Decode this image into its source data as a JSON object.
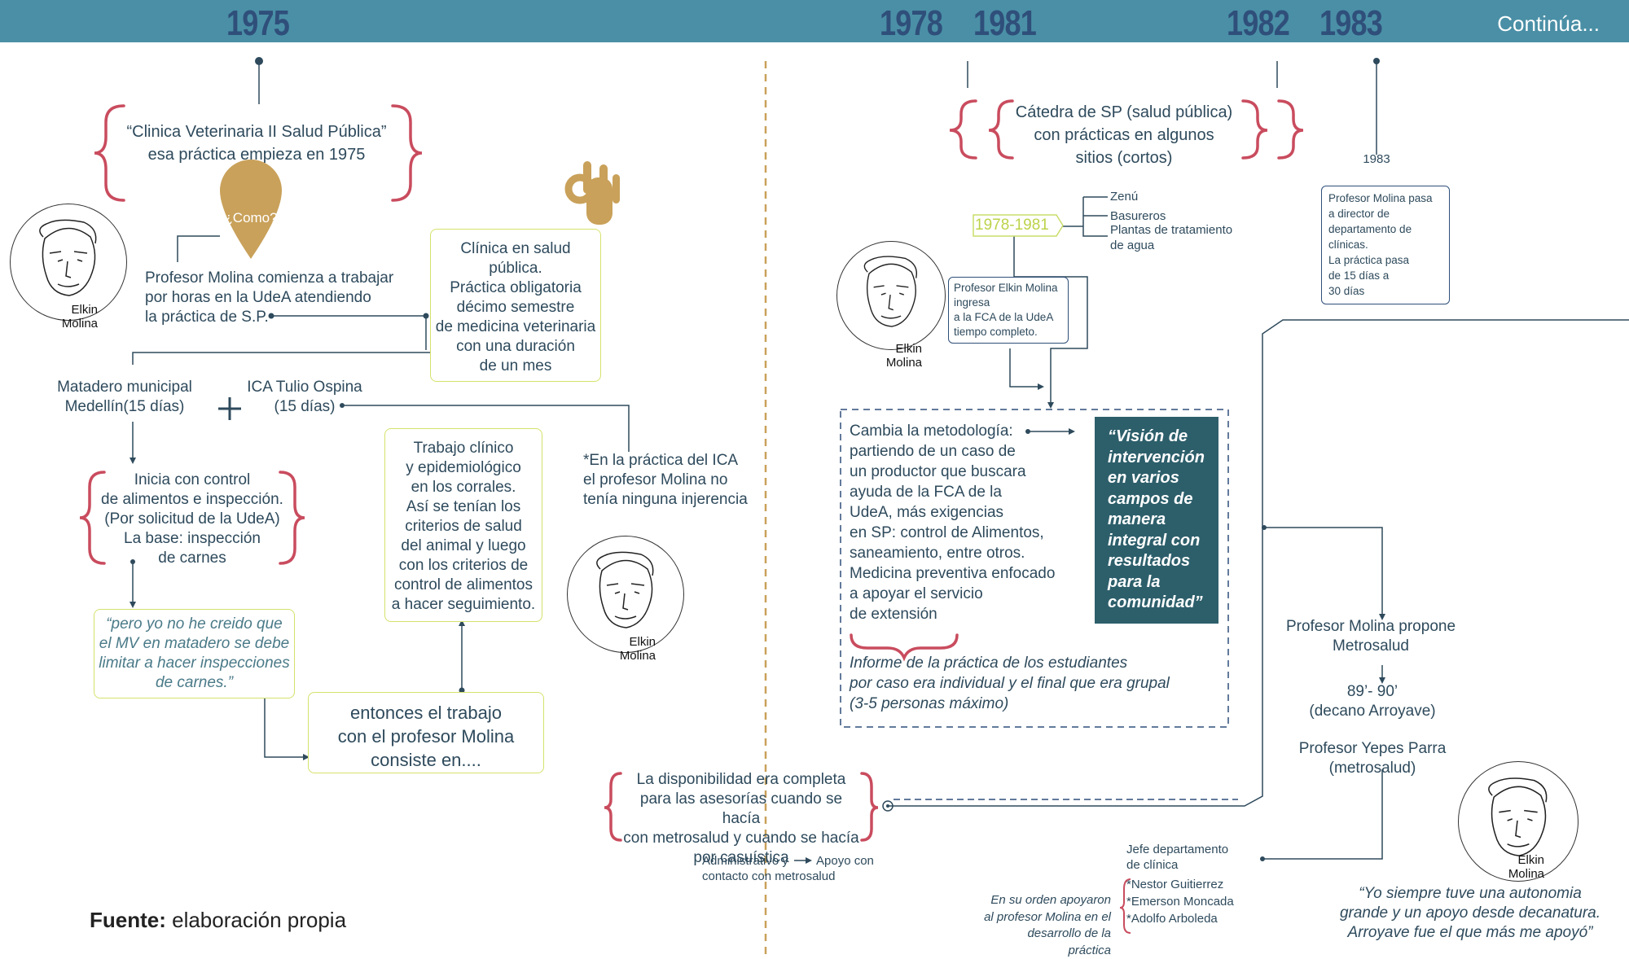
{
  "header": {
    "years": [
      "1975",
      "1978",
      "1981",
      "1982",
      "1983"
    ],
    "continua": "Continúa..."
  },
  "colors": {
    "bar": "#4a8fa6",
    "year": "#2f4f7a",
    "brace": "#c94c5e",
    "green_box": "#d5e26c",
    "dark_box": "#2d5f6b",
    "gold": "#c9a15a",
    "divider": "#c9a15a"
  },
  "left": {
    "clinica_title": "“Clinica Veterinaria II Salud Pública”\nesa práctica empieza en 1975",
    "como": "¿Como?",
    "molina_trabajar": "Profesor Molina comienza a trabajar\npor horas en la UdeA atendiendo\nla práctica de S.P.",
    "clinica_box": "Clínica en salud\npública.\nPráctica obligatoria\ndécimo semestre\nde medicina veterinaria\ncon una duración\nde un mes",
    "matadero": "Matadero municipal\nMedellín(15 días)",
    "plus": "+",
    "ica": "ICA Tulio Ospina\n(15 días)",
    "ica_note": "*En la práctica del ICA\nel profesor Molina no\ntenía ninguna injerencia",
    "inicia": "Inicia con control\nde alimentos e inspección.\n(Por solicitud de la UdeA)\nLa base: inspección\nde carnes",
    "trabajo_box": "Trabajo clínico\ny epidemiológico\nen los corrales.\nAsí se tenían los\ncriterios de salud\ndel animal y luego\ncon los criterios de\ncontrol de alimentos\na hacer seguimiento.",
    "quote_box": "“pero yo no he creido que\nel MV en matadero se debe\nlimitar a hacer inspecciones\nde carnes.”",
    "entonces_box": "entonces el trabajo\ncon el profesor Molina\nconsiste en....",
    "disponibilidad": "La disponibilidad era completa\npara las asesorías cuando se hacía\ncon metrosalud y cuando se hacía\npor casuística",
    "administrativo": "Administrativo y",
    "apoyo": "Apoyo con\ncontacto con metrosalud",
    "fuente_bold": "Fuente:",
    "fuente_rest": " elaboración propia"
  },
  "face_name": "Elkin\nMolina",
  "right": {
    "catedra": "Cátedra de SP (salud pública)\ncon prácticas en algunos\nsitios (cortos)",
    "tag_1978_1981": "1978-1981",
    "zenu": "Zenú",
    "basureros": "Basureros",
    "plantas": "Plantas de tratamiento\nde agua",
    "ingresa_box": "Profesor Elkin Molina\ningresa\na la FCA de la UdeA\ntiempo completo.",
    "label_1983": "1983",
    "director_box": "Profesor Molina pasa\na director de\ndepartamento de\nclínicas.\nLa práctica pasa\nde 15 días a\n30 días",
    "metodologia": "Cambia la metodología:\npartiendo de un caso de\nun productor que buscara\nayuda de la FCA de la\nUdeA, más exigencias\nen SP: control de Alimentos,\nsaneamiento, entre otros.\nMedicina preventiva enfocado\na apoyar el servicio\nde extensión",
    "vision": "“Visión de\nintervención\nen varios\ncampos de\nmanera\nintegral con\nresultados\npara la\ncomunidad”",
    "informe": "Informe de la práctica de los estudiantes\npor caso era individual y el final que era grupal\n(3-5 personas máximo)",
    "propone": "Profesor Molina propone\nMetrosalud",
    "decano": "89’- 90’\n(decano Arroyave)",
    "yepes": "Profesor Yepes Parra\n(metrosalud)",
    "jefe": "Jefe departamento\nde clínica",
    "jefe_names": "*Nestor Guitierrez\n*Emerson Moncada\n*Adolfo Arboleda",
    "apoyaron": "En su orden apoyaron\nal profesor Molina en el\ndesarrollo de la\npráctica",
    "autonomia": "“Yo siempre tuve una autonomia\ngrande y un apoyo desde decanatura.\nArroyave fue el que más me apoyó”"
  }
}
